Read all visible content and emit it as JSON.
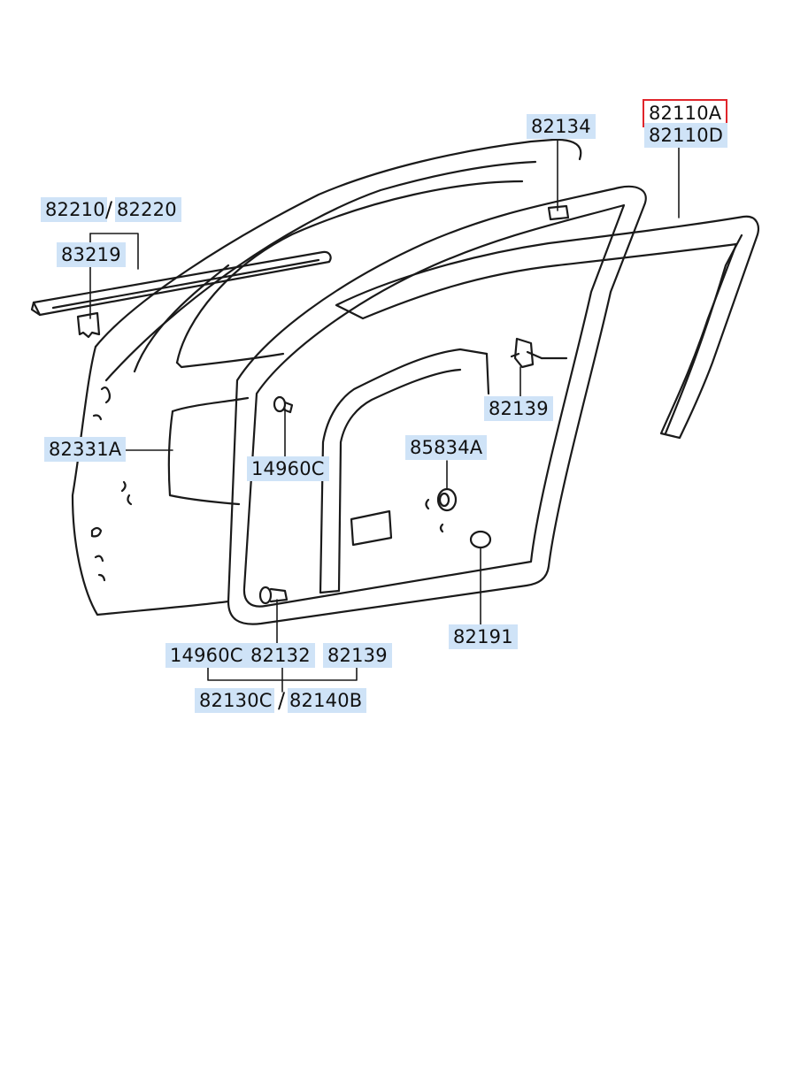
{
  "diagram": {
    "labels": {
      "p82110A": "82110A",
      "p82110D": "82110D",
      "p82134": "82134",
      "p82210": "82210",
      "p82220": "82220",
      "p83219": "83219",
      "p82331A": "82331A",
      "p14960C_upper": "14960C",
      "p82139_upper": "82139",
      "p85834A": "85834A",
      "p82191": "82191",
      "p14960C_lower": "14960C",
      "p82132": "82132",
      "p82139_lower": "82139",
      "p82130C": "82130C",
      "p82140B": "82140B"
    },
    "separator": "/",
    "highlight_color": "#e0252b",
    "label_background": "#cfe3f7",
    "line_color": "#1a1a1a"
  }
}
